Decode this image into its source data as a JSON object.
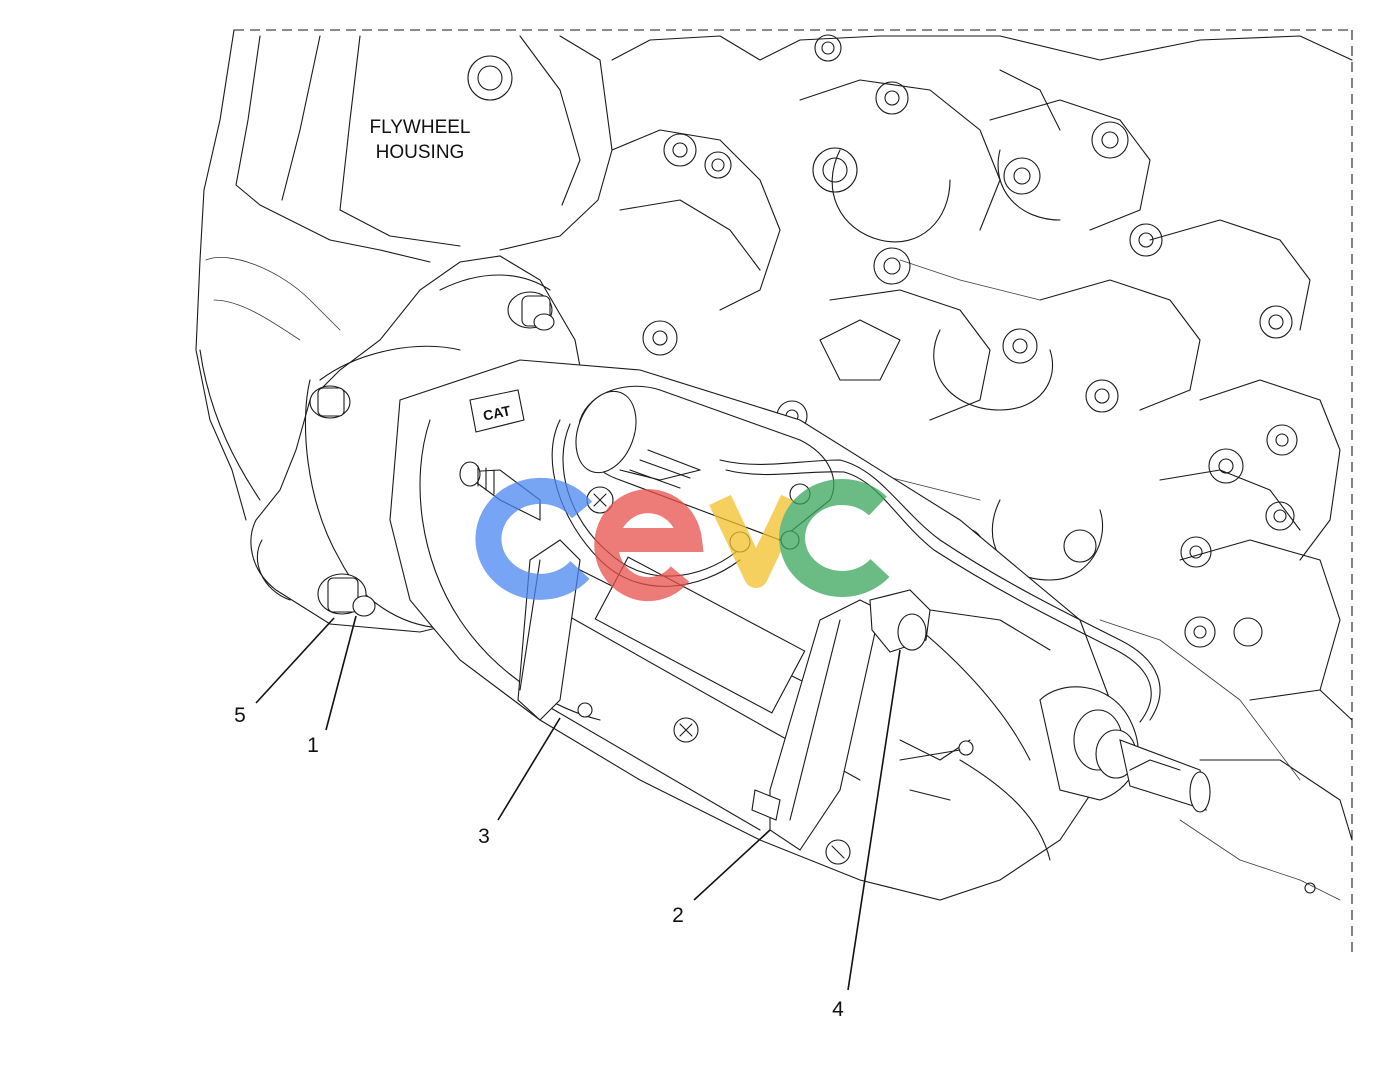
{
  "figure": {
    "housing_label_line1": "FLYWHEEL",
    "housing_label_line2": "HOUSING",
    "callouts": [
      "5",
      "1",
      "3",
      "2",
      "4"
    ],
    "logo_text": "CAT",
    "watermark_text": "cevc",
    "watermark_colors": [
      "#4a86f0",
      "#e8504a",
      "#f3c12a",
      "#3aa55c"
    ]
  }
}
